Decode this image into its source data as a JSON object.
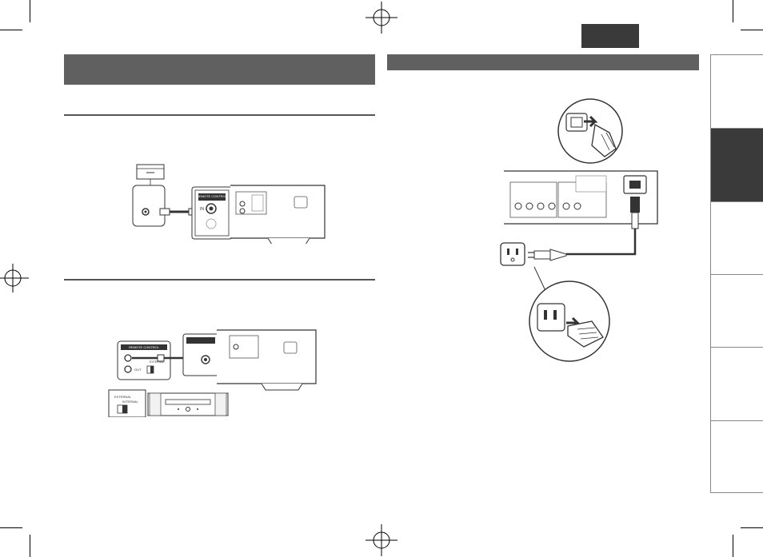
{
  "left_top_diagram": {
    "remote_control_label": "REMOTE\nCONTROL",
    "in_label": "IN"
  },
  "left_bottom_diagram": {
    "remote_control_label": "REMOTE CONTROL",
    "remote_control_small": "REMOTE\nCONTROL",
    "out_label": "OUT",
    "switch_external": "EXTERNAL",
    "switch_internal": "INTERNAL"
  },
  "colors": {
    "header_gray": "#606060",
    "tab_dark": "#3a3a3a",
    "line": "#333333"
  },
  "icons": [
    "ac-inlet-icon",
    "power-plug-icon",
    "wall-outlet-icon",
    "crop-mark-icon",
    "registration-mark-icon"
  ]
}
